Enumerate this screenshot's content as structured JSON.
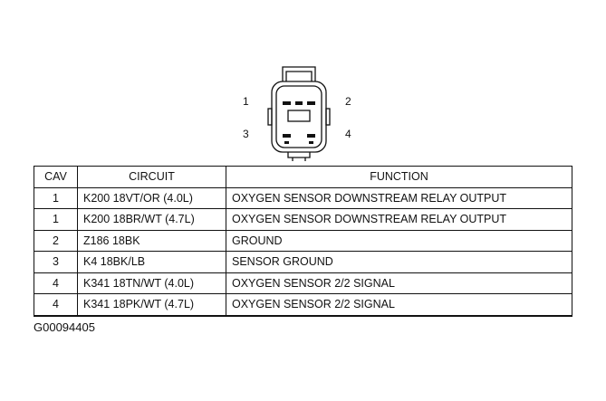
{
  "connector": {
    "pin_labels": [
      "1",
      "2",
      "3",
      "4"
    ]
  },
  "table": {
    "headers": {
      "cav": "CAV",
      "circuit": "CIRCUIT",
      "function": "FUNCTION"
    },
    "rows": [
      {
        "cav": "1",
        "circuit": "K200 18VT/OR (4.0L)",
        "function": "OXYGEN SENSOR DOWNSTREAM RELAY OUTPUT"
      },
      {
        "cav": "1",
        "circuit": "K200 18BR/WT (4.7L)",
        "function": "OXYGEN SENSOR DOWNSTREAM RELAY OUTPUT"
      },
      {
        "cav": "2",
        "circuit": "Z186 18BK",
        "function": "GROUND"
      },
      {
        "cav": "3",
        "circuit": "K4 18BK/LB",
        "function": "SENSOR GROUND"
      },
      {
        "cav": "4",
        "circuit": "K341 18TN/WT (4.0L)",
        "function": "OXYGEN SENSOR 2/2 SIGNAL"
      },
      {
        "cav": "4",
        "circuit": "K341 18PK/WT (4.7L)",
        "function": "OXYGEN SENSOR 2/2 SIGNAL"
      }
    ]
  },
  "figure_id": "G00094405"
}
